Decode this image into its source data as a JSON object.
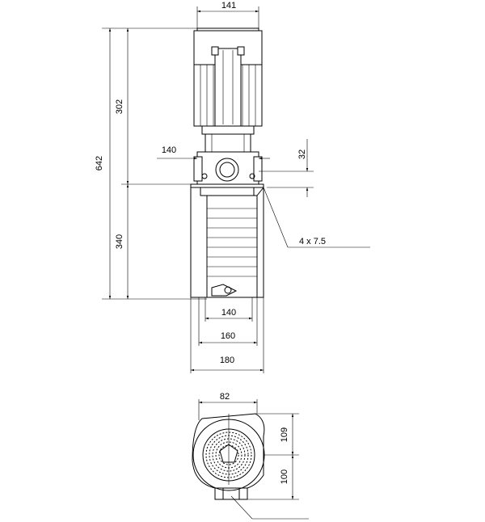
{
  "drawing": {
    "dimensions": {
      "motor_width": "141",
      "total_height": "642",
      "upper_height": "302",
      "lower_height": "340",
      "inlet_offset": "140",
      "flange_height": "32",
      "bolt_holes": "4 x 7.5",
      "base_inner": "140",
      "base_mid": "160",
      "base_outer": "180",
      "top_view_width": "82",
      "top_view_upper": "109",
      "top_view_lower": "100"
    }
  }
}
